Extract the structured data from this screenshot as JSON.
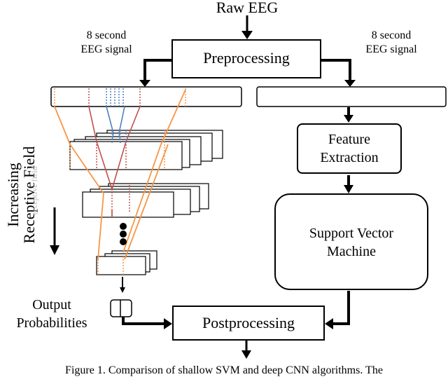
{
  "title": "Raw EEG",
  "labels": {
    "left_signal": [
      "8 second",
      "EEG signal"
    ],
    "right_signal": [
      "8 second",
      "EEG signal"
    ],
    "preprocessing": "Preprocessing",
    "feature_extraction": [
      "Feature",
      "Extraction"
    ],
    "svm": [
      "Support Vector",
      "Machine"
    ],
    "postprocessing": "Postprocessing",
    "output_probabilities": [
      "Output",
      "Probabilities"
    ],
    "receptive_field": [
      "Increasing",
      "Receptive Field"
    ],
    "receptive_field_ghost": [
      "receptive field"
    ]
  },
  "caption": "Figure 1. Comparison of shallow SVM and deep CNN algorithms. The",
  "colors": {
    "red": "#c0504d",
    "blue": "#4f81bd",
    "orange": "#f79646",
    "stroke": "#000000"
  },
  "icons": [
    "arrow-down-icon",
    "arrow-right-icon",
    "ellipsis-dots-icon"
  ]
}
